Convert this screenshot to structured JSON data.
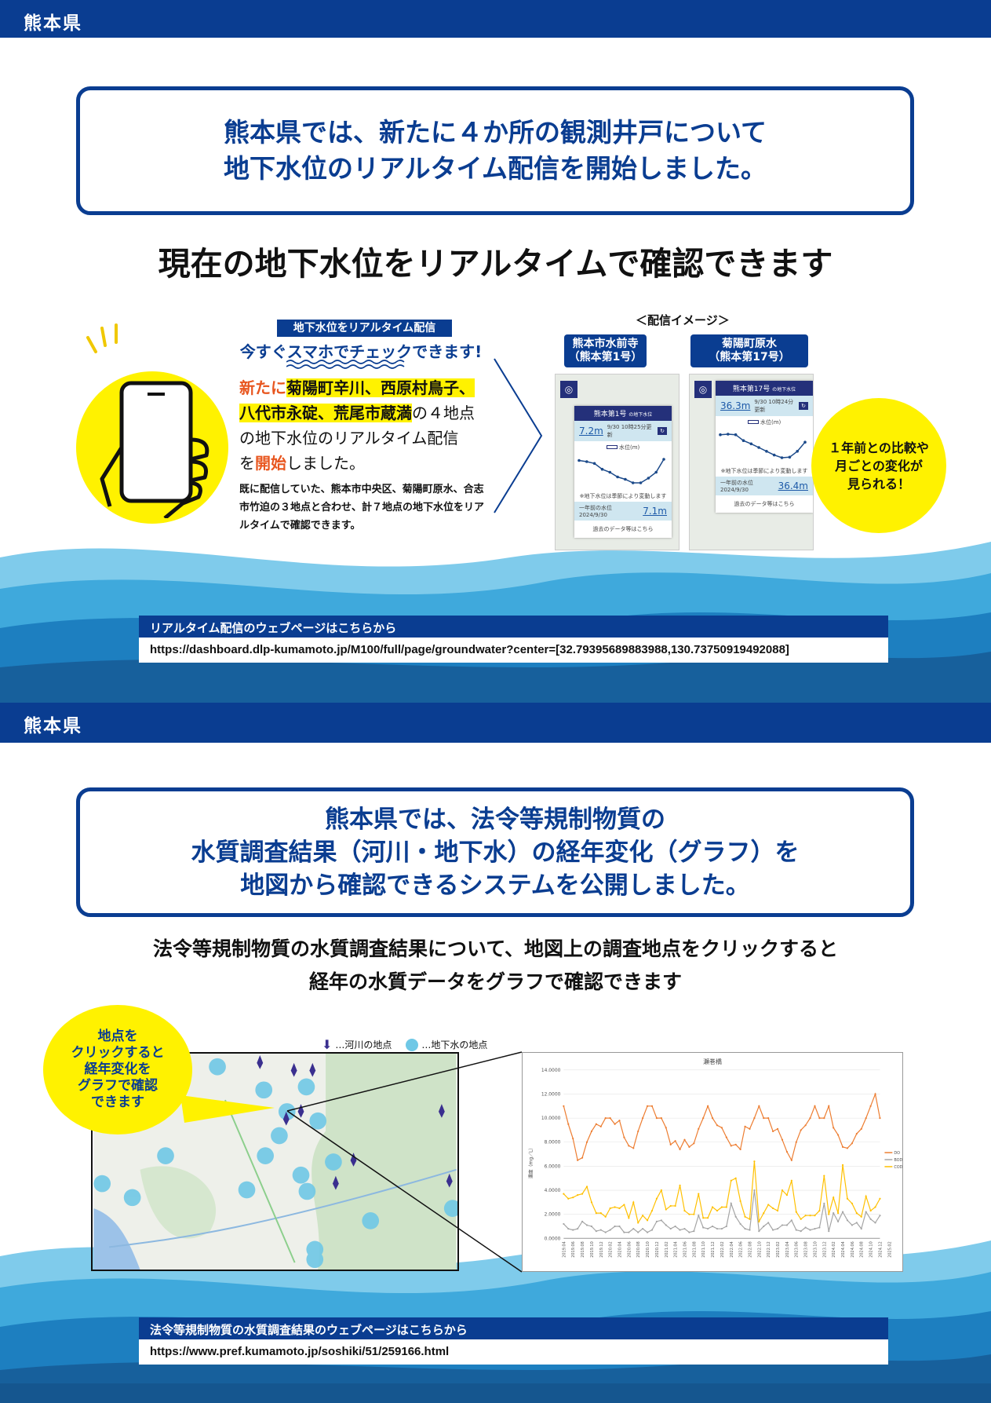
{
  "section1": {
    "header": "熊本県",
    "headline": [
      "熊本県では、新たに４か所の観測井戸について",
      "地下水位のリアルタイム配信を開始しました。"
    ],
    "subheading": "現在の地下水位をリアルタイムで確認できます",
    "label": "地下水位をリアルタイム配信",
    "catch": "今すぐスマホでチェックできます!",
    "body": {
      "new": "新たに",
      "sites": "菊陽町辛川、西原村鳥子、",
      "sites2": "八代市永碇、荒尾市蔵満",
      "rest1": "の４地点",
      "rest2": "の地下水位のリアルタイム配信",
      "pre3": "を",
      "start": "開始",
      "rest3": "しました。"
    },
    "note": "既に配信していた、熊本市中央区、菊陽町原水、合志市竹迫の３地点と合わせ、計７地点の地下水位をリアルタイムで確認できます。",
    "image_caption": "＜配信イメージ＞",
    "cards": [
      {
        "tag1": "熊本市水前寺",
        "tag2": "（熊本第1号）",
        "popup_title": "熊本第1号",
        "popup_suffix": "の地下水位",
        "value": "7.2m",
        "updated": "9/30 10時25分更新",
        "legend": "水位(m)",
        "note": "※地下水位は季節により変動します",
        "prev_label": "一年前の水位 2024/9/30",
        "prev_value": "7.1m",
        "link": "過去のデータ等はこちら",
        "series": [
          7.1,
          7.08,
          7.05,
          6.95,
          6.9,
          6.82,
          6.78,
          6.72,
          6.72,
          6.8,
          6.9,
          7.12
        ]
      },
      {
        "tag1": "菊陽町原水",
        "tag2": "（熊本第17号）",
        "popup_title": "熊本第17号",
        "popup_suffix": "の地下水位",
        "value": "36.3m",
        "updated": "9/30 10時24分更新",
        "legend": "水位(m)",
        "note": "※地下水位は季節により変動します",
        "prev_label": "一年前の水位 2024/9/30",
        "prev_value": "36.4m",
        "link": "過去のデータ等はこちら",
        "series": [
          36.6,
          36.7,
          36.6,
          35.5,
          34.9,
          34.2,
          33.5,
          32.8,
          32.3,
          32.4,
          33.5,
          35.2
        ]
      }
    ],
    "bubble": [
      "１年前との比較や",
      "月ごとの変化が",
      "見られる！"
    ],
    "url_title": "リアルタイム配信のウェブページはこちらから",
    "url": "https://dashboard.dlp-kumamoto.jp/M100/full/page/groundwater?center=[32.79395689883988,130.73750919492088]"
  },
  "section2": {
    "header": "熊本県",
    "headline": [
      "熊本県では、法令等規制物質の",
      "水質調査結果（河川・地下水）の経年変化（グラフ）を",
      "地図から確認できるシステムを公開しました。"
    ],
    "subheading": [
      "法令等規制物質の水質調査結果について、地図上の調査地点をクリックすると",
      "経年の水質データをグラフで確認できます"
    ],
    "bubble": [
      "地点を",
      "クリックすると",
      "経年変化を",
      "グラフで確認",
      "できます"
    ],
    "legend_river": "…河川の地点",
    "legend_ground": "…地下水の地点",
    "url_title": "法令等規制物質の水質調査結果のウェブページはこちらから",
    "url": "https://www.pref.kumamoto.jp/soshiki/51/259166.html"
  },
  "colors": {
    "navy": "#0a3d91",
    "yellow": "#fff200",
    "orange": "#e8561f",
    "do": "#ed7d31",
    "bod": "#a5a5a5",
    "cod": "#ffc000"
  },
  "chart_data": {
    "type": "line",
    "title": "瀬巻橋",
    "ylabel": "濃度（mg／L）",
    "ylim": [
      0,
      14
    ],
    "yticks": [
      "0.0000",
      "2.0000",
      "4.0000",
      "6.0000",
      "8.0000",
      "10.0000",
      "12.0000",
      "14.0000"
    ],
    "xticks": [
      "2019.04",
      "2019.06",
      "2019.08",
      "2019.10",
      "2019.12",
      "2020.02",
      "2020.04",
      "2020.06",
      "2020.08",
      "2020.10",
      "2020.12",
      "2021.02",
      "2021.04",
      "2021.06",
      "2021.08",
      "2021.10",
      "2021.12",
      "2022.02",
      "2022.04",
      "2022.06",
      "2022.08",
      "2022.10",
      "2022.12",
      "2023.02",
      "2023.04",
      "2023.06",
      "2023.08",
      "2023.10",
      "2023.12",
      "2024.02",
      "2024.04",
      "2024.06",
      "2024.08",
      "2024.10",
      "2024.12",
      "2025.02"
    ],
    "series": [
      {
        "name": "DO",
        "values": [
          11,
          9.5,
          8.3,
          6.5,
          6.7,
          8,
          8.9,
          9.5,
          9.3,
          10,
          10,
          9.5,
          9.8,
          8.4,
          7.7,
          7.5,
          8.9,
          10,
          11,
          11,
          10,
          10,
          9.2,
          7.8,
          8.1,
          7.4,
          8.2,
          7.6,
          7.9,
          9.1,
          10,
          11,
          10,
          9.4,
          9.2,
          8.4,
          7.7,
          7.8,
          7.4,
          9.3,
          9.1,
          10,
          11,
          10,
          10,
          8.9,
          9.1,
          8.2,
          7.2,
          6.5,
          8,
          9,
          9.4,
          10,
          11,
          10,
          10,
          11,
          9.2,
          8.6,
          7.6,
          7.5,
          7.9,
          8.7,
          9.1,
          10,
          11,
          12,
          10
        ]
      },
      {
        "name": "BOD",
        "values": [
          1.2,
          0.8,
          0.7,
          0.8,
          1.4,
          1.1,
          1,
          0.6,
          0.7,
          0.5,
          0.7,
          1,
          1,
          0.5,
          0.5,
          0.8,
          0.5,
          0.8,
          0.5,
          0.7,
          1.4,
          1.5,
          1.1,
          0.8,
          1,
          0.7,
          0.8,
          0.5,
          0.6,
          1.9,
          0.9,
          0.8,
          1,
          0.8,
          0.8,
          1,
          2.9,
          1.8,
          1.2,
          0.8,
          0.7,
          4,
          0.6,
          1,
          1.3,
          0.7,
          0.8,
          1.1,
          1.1,
          1.5,
          0.7,
          0.6,
          0.9,
          0.7,
          0.8,
          0.9,
          2.9,
          0.6,
          2.1,
          1.4,
          2.2,
          1.5,
          1.1,
          1.3,
          0.8,
          2.2,
          1.6,
          1.3,
          1.9
        ]
      },
      {
        "name": "COD",
        "values": [
          3.7,
          3.3,
          3.4,
          3.6,
          3.7,
          4.3,
          3,
          2.1,
          2.1,
          1.8,
          2.5,
          2.6,
          2.5,
          2.8,
          1.7,
          3,
          1.3,
          1.9,
          1.5,
          2.3,
          3.3,
          4,
          2.4,
          2.7,
          2.7,
          4.4,
          2.3,
          2,
          2,
          3.7,
          1.7,
          1.7,
          2.6,
          2.3,
          2.6,
          2.6,
          4.8,
          5,
          3.1,
          1.8,
          1.6,
          6.4,
          1.4,
          2.1,
          2.8,
          2.5,
          2.3,
          4,
          3.6,
          4.8,
          2.2,
          1.6,
          1.9,
          1.9,
          1.9,
          2.3,
          5.2,
          2,
          3.4,
          2.1,
          6.1,
          3.3,
          2.9,
          2.1,
          1.8,
          3.5,
          2.3,
          2.6,
          3.3
        ]
      }
    ],
    "legend": "right"
  }
}
